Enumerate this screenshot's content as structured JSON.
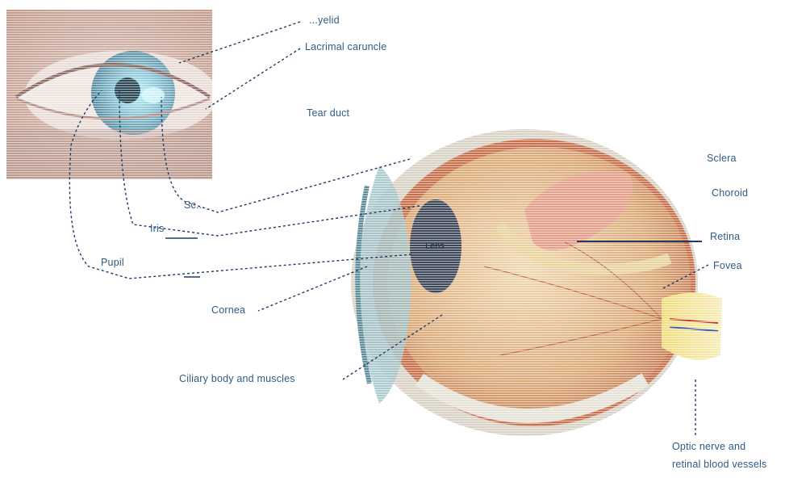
{
  "labels": {
    "eyelid": "...yelid",
    "lacrimal_caruncle": "Lacrimal caruncle",
    "tear_duct": "Tear duct",
    "sclera": "Sclera",
    "choroid": "Choroid",
    "retina": "Retina",
    "fovea": "Fovea",
    "sclera_front": "Sc..",
    "iris": "Iris",
    "pupil": "Pupil",
    "lens": "Lens",
    "cornea": "Cornea",
    "ciliary_body": "Ciliary body and muscles",
    "optic_nerve_line1": "Optic nerve and",
    "optic_nerve_line2": "retinal blood vessels"
  },
  "colors": {
    "label_text": "#2f5a86",
    "leader_line": "#1f3a66",
    "iris_blue": "#7fb3c6",
    "skin_tone": "#c9a89a"
  }
}
